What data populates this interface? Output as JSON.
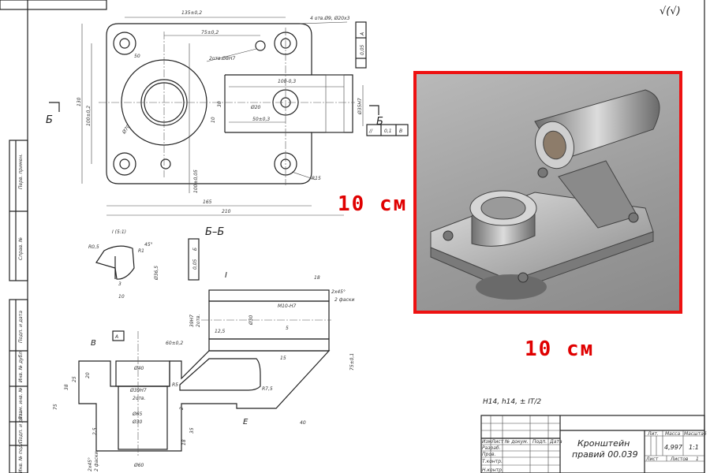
{
  "annotations": {
    "scale_label_right": "10 см",
    "scale_label_bottom": "10 см"
  },
  "roughness_symbol": "√(√)",
  "top_view": {
    "dims": [
      "135±0,2",
      "75±0,2",
      "2отв.Ø8H7",
      "4 отв.Ø9, Ø20х3",
      "50",
      "100±0,2",
      "130",
      "Ø70",
      "30",
      "10",
      "Ø20",
      "50±0,3",
      "100-0,3",
      "Ø35H7",
      "100±0,05",
      "165",
      "210",
      "R15"
    ],
    "section_mark": "Б",
    "tolerance_a": {
      "value": "0,05",
      "datum": "A"
    },
    "tolerance_b": {
      "value": "0,1",
      "datum": "В"
    }
  },
  "detail_view": {
    "title": "I (5:1)",
    "dims": [
      "R0,5",
      "R1",
      "45°",
      "Ø36,5",
      "3",
      "10"
    ]
  },
  "section_view": {
    "title": "Б–Б",
    "marks": [
      "I",
      "A",
      "В",
      "Е"
    ],
    "tolerance": {
      "value": "0,05",
      "datum": "Б"
    },
    "dims": [
      "18",
      "2х45°",
      "2 фаски",
      "M10-H7",
      "Ø30",
      "39H7",
      "2отв.",
      "12,5",
      "5",
      "60±0,2",
      "75±0,1",
      "15",
      "R7,5",
      "R5",
      "Ø40",
      "Ø39H7",
      "2отв.",
      "Ø65",
      "Ø30",
      "Ø60",
      "20",
      "38",
      "25",
      "75",
      "2,5",
      "2",
      "35",
      "18",
      "40",
      "2х45°",
      "2 фаски"
    ]
  },
  "tolerance_note": "H14, h14, ± IT/2",
  "title_block": {
    "title_line1": "Кронштейн",
    "title_line2": "правий 00.039",
    "headers": [
      "Изм",
      "Лист",
      "№ докум.",
      "Подп.",
      "Дата"
    ],
    "roles": [
      "Разраб.",
      "Пров.",
      "Т.контр.",
      "Н.контр."
    ],
    "lit_label": "Лит.",
    "mass_label": "Масса",
    "scale_label": "Масштаб",
    "mass": "4,997",
    "scale": "1:1",
    "sheet_label": "Лист",
    "sheets_label": "Листов",
    "sheets": "1"
  },
  "side_strip": [
    "Перв. примен.",
    "Справ. №",
    "Подп. и дата",
    "Инв. № дубл.",
    "Взам. инв. №",
    "Подп. и дата",
    "Инв. № подл."
  ]
}
